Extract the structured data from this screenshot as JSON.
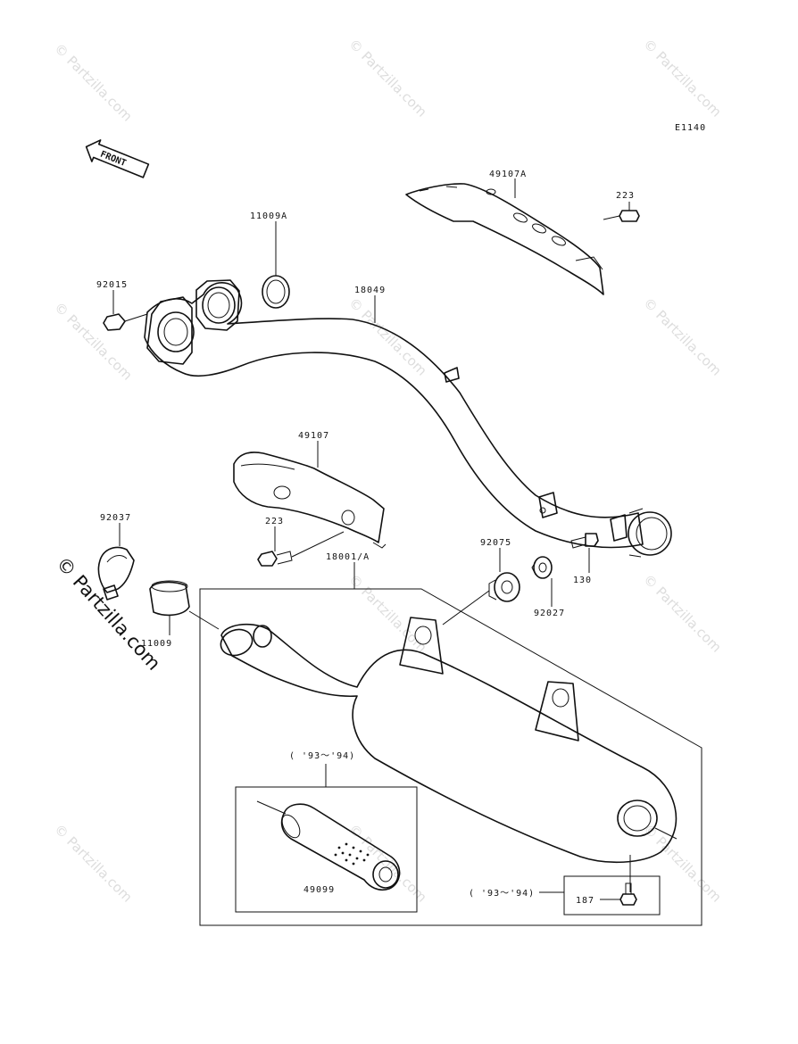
{
  "diagram_code": "E1140",
  "front_label": "FRONT",
  "watermark": "© Partzilla.com",
  "parts": {
    "heat_guard_upper": "49107A",
    "bolt_upper": "223",
    "gasket": "11009A",
    "nut": "92015",
    "exhaust_pipe": "18049",
    "heat_guard_lower": "49107",
    "bolt_lower": "223",
    "clamp": "92037",
    "muffler_gasket": "11009",
    "muffler": "18001/A",
    "damper": "92075",
    "collar": "92027",
    "bolt_muffler": "130",
    "spark_arrester": "49099",
    "plug_bolt": "187"
  },
  "year_note_left": "( '93～'94)",
  "year_note_right": "( '93～'94)"
}
